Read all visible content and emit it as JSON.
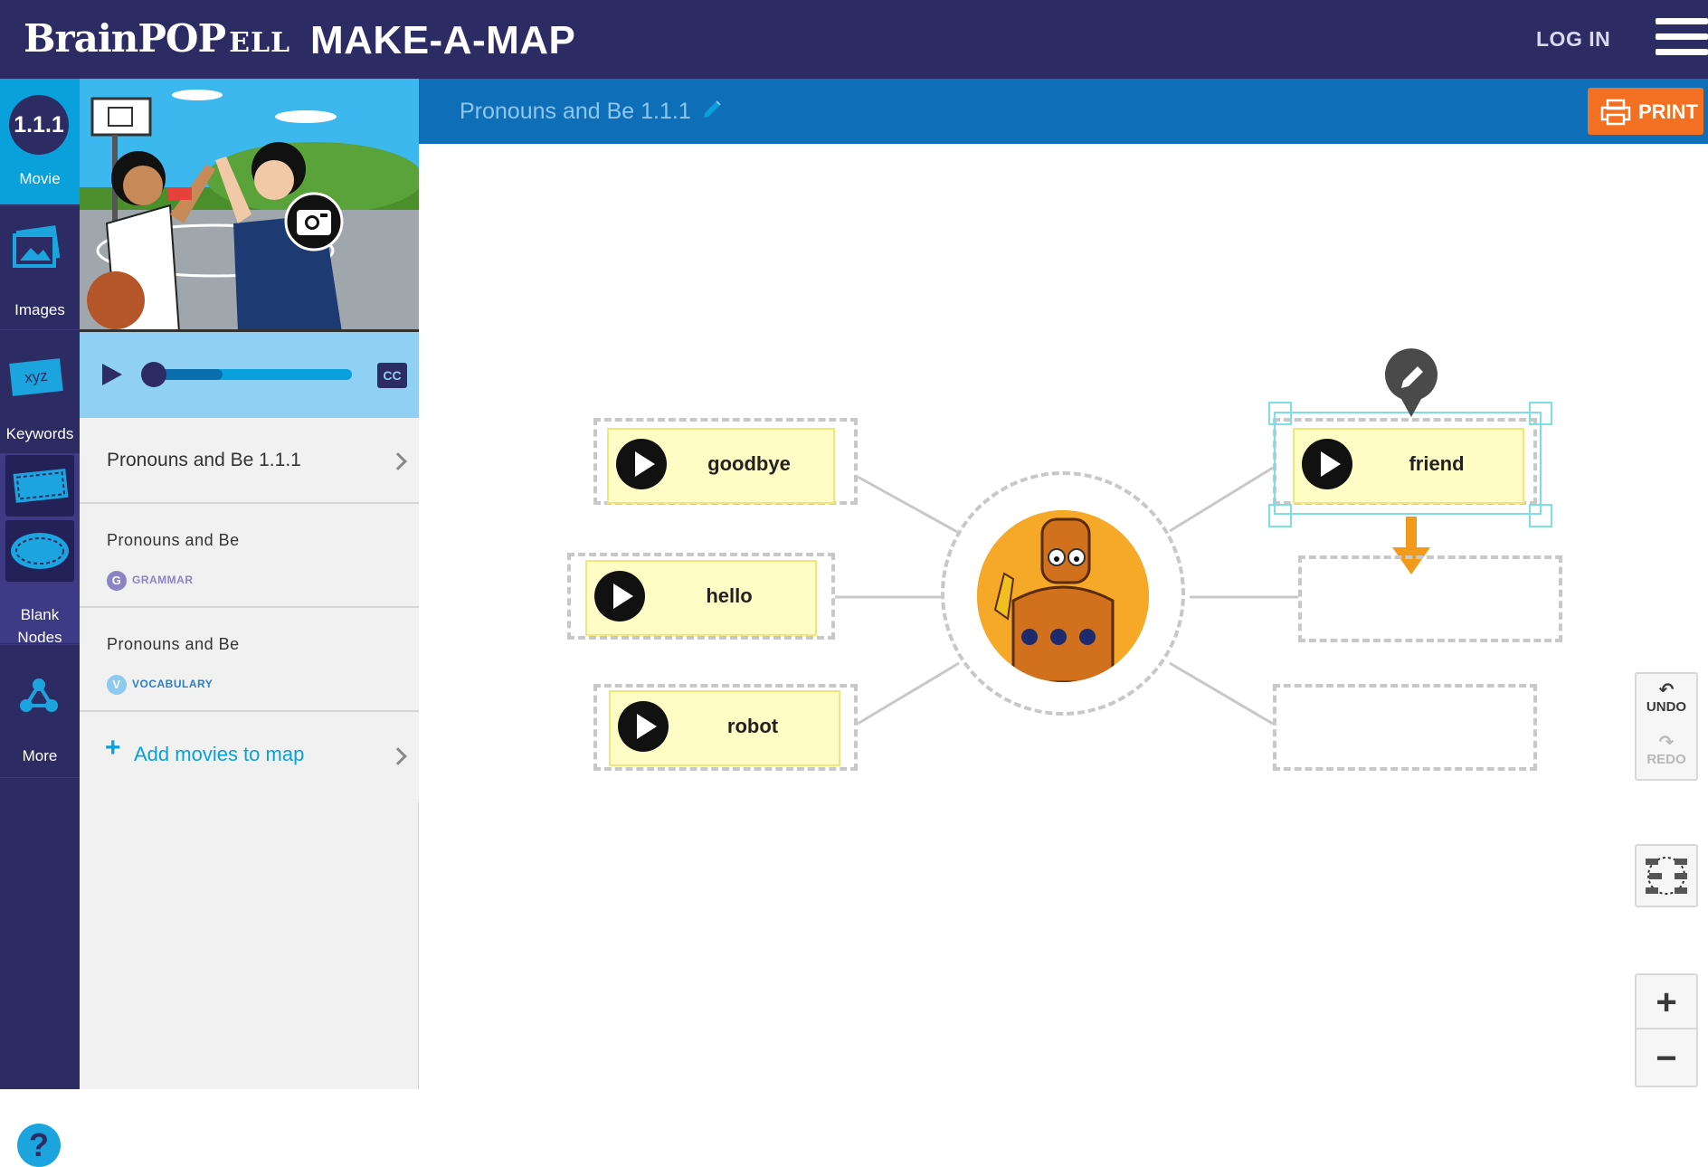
{
  "header": {
    "logo_text": "BrainPOP",
    "logo_sub": "ELL",
    "app_title": "MAKE-A-MAP",
    "login_label": "LOG IN",
    "menu_icon": "hamburger-icon"
  },
  "nav": {
    "movie_badge": "1.1.1",
    "movie_label": "Movie",
    "images_label": "Images",
    "keywords_label": "Keywords",
    "keywords_icon_text": "xyz",
    "blank_label": "Blank Nodes",
    "more_label": "More",
    "help_label": "?"
  },
  "panel": {
    "cc_label": "CC",
    "progress_fraction": 0.38,
    "current_movie": "Pronouns and Be 1.1.1",
    "items": [
      {
        "title": "Pronouns and Be",
        "tag_letter": "G",
        "tag": "GRAMMAR",
        "tag_color": "#8a84c6"
      },
      {
        "title": "Pronouns and Be",
        "tag_letter": "V",
        "tag": "VOCABULARY",
        "tag_color": "#8ec9ef"
      }
    ],
    "add_label": "Add movies to map"
  },
  "map": {
    "title": "Pronouns and Be 1.1.1",
    "print_label": "PRINT",
    "nodes": {
      "n1": "goodbye",
      "n2": "hello",
      "n3": "robot",
      "n4": "friend"
    }
  },
  "controls": {
    "undo_label": "UNDO",
    "redo_label": "REDO",
    "zoom_in": "+",
    "zoom_out": "−"
  },
  "colors": {
    "brand_navy": "#2d2b63",
    "accent_blue": "#0aa0dc",
    "header_blue": "#0e6fb8",
    "print_orange": "#f36f21",
    "node_yellow": "#fffcc6"
  }
}
